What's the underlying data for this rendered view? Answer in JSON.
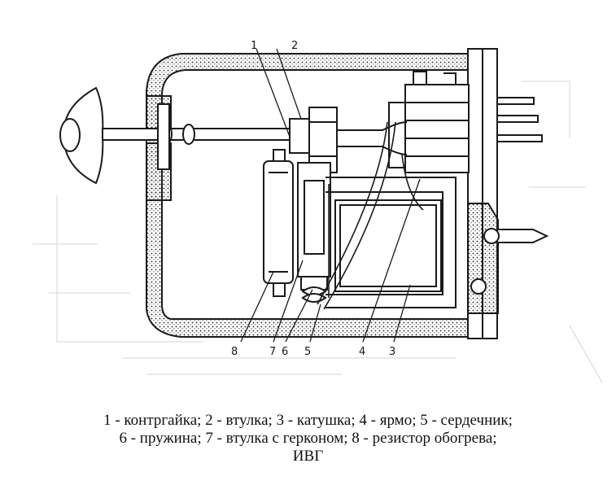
{
  "diagram": {
    "part_numbers": [
      "1",
      "2",
      "3",
      "4",
      "5",
      "6",
      "7",
      "8"
    ],
    "labels": {
      "top_1": "1",
      "top_2": "2",
      "bottom_8": "8",
      "bottom_7": "7",
      "bottom_6": "6",
      "bottom_5": "5",
      "bottom_4": "4",
      "bottom_3": "3"
    }
  },
  "caption": {
    "line1": "1 - контргайка; 2 - втулка; 3 - катушка; 4 - ярмо; 5 - сердечник;",
    "line2": "6 - пружина; 7 - втулка с герконом; 8 - резистор обогрева;",
    "line3": "ИВГ"
  },
  "colors": {
    "ink": "#1a1a1a",
    "background": "#ffffff",
    "faint": "#d4d4d4"
  }
}
